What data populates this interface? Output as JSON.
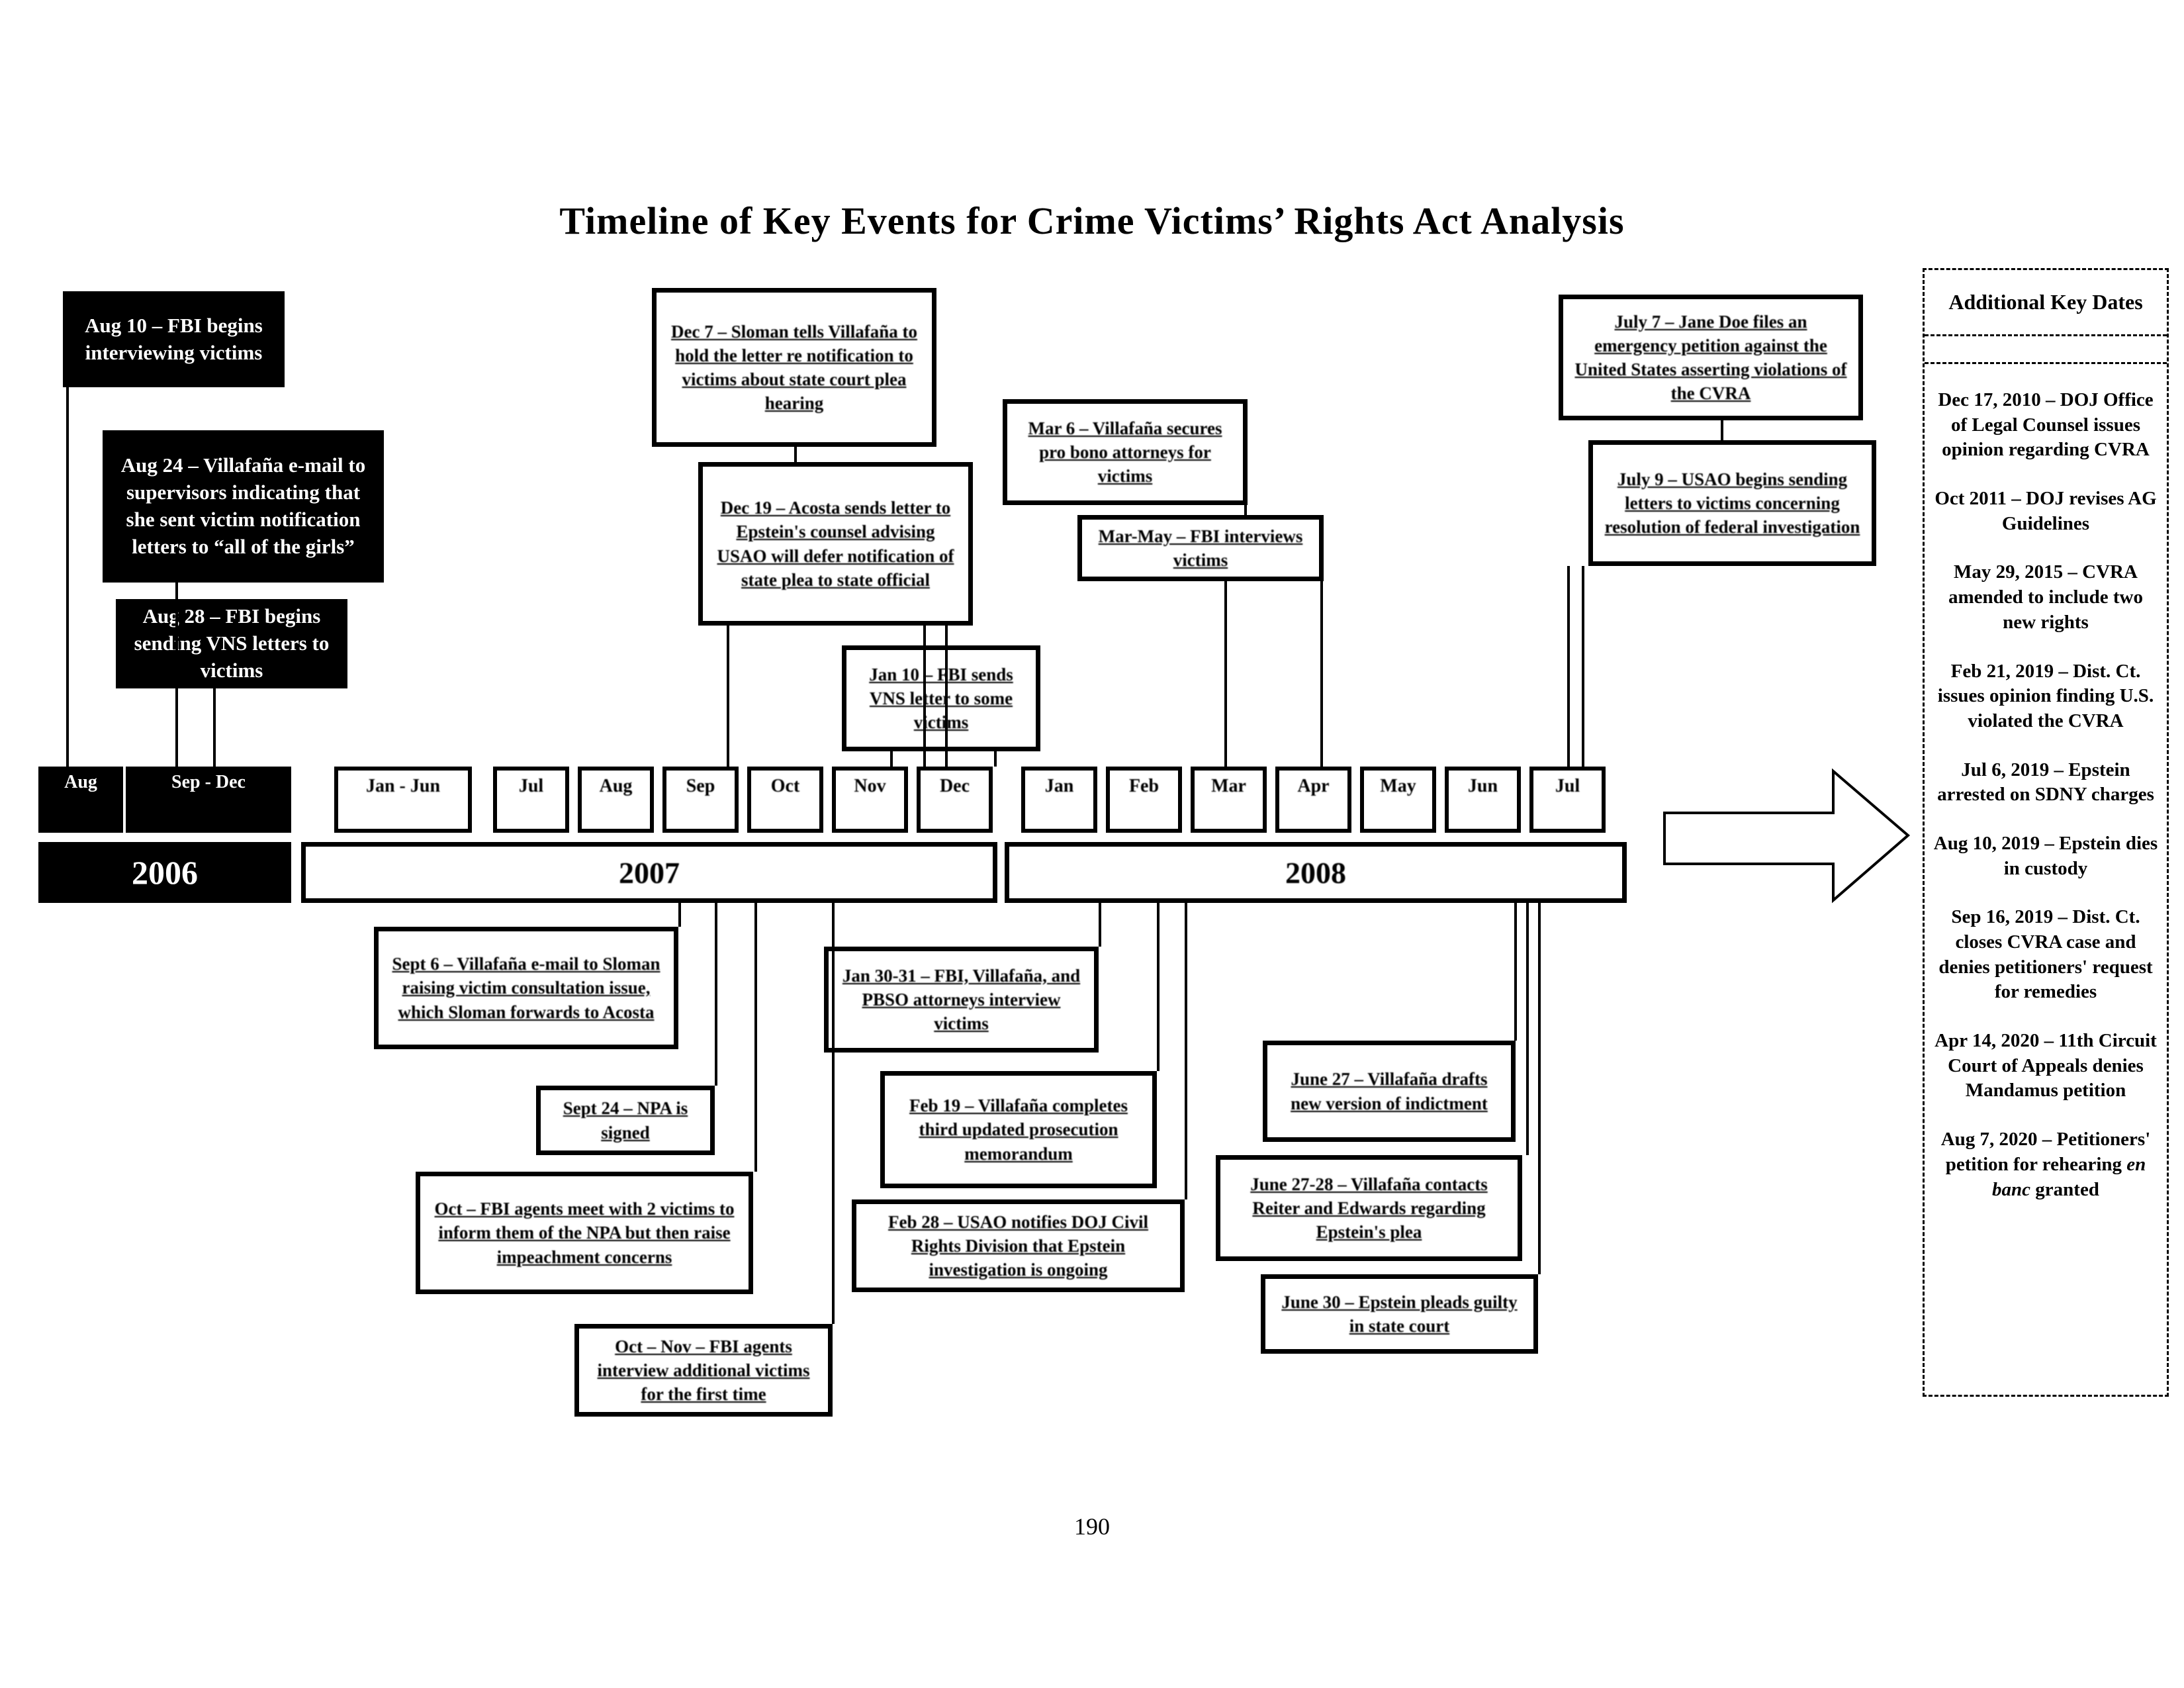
{
  "page": {
    "title": "Timeline of Key Events for Crime Victims’ Rights Act Analysis",
    "page_number": "190"
  },
  "timeline": {
    "months": [
      "Aug",
      "Sep - Dec",
      "Jan - Jun",
      "Jul",
      "Aug",
      "Sep",
      "Oct",
      "Nov",
      "Dec",
      "Jan",
      "Feb",
      "Mar",
      "Apr",
      "May",
      "Jun",
      "Jul"
    ],
    "years": [
      "2006",
      "2007",
      "2008"
    ]
  },
  "events_2006": [
    "Aug 10 – FBI begins interviewing victims",
    "Aug 24 – Villafaña e-mail to supervisors indicating that she sent victim notification letters to “all of the girls”",
    "Aug 28 – FBI begins sending VNS letters to victims"
  ],
  "events_above": [
    "Dec 7 – Sloman tells Villafaña to hold the letter re notification to victims about state court plea hearing",
    "Dec 19 – Acosta sends letter to Epstein's counsel advising USAO will defer notification of state plea to state official",
    "Jan 10 – FBI sends VNS letter to some victims",
    "Mar 6 – Villafaña secures pro bono attorneys for victims",
    "Mar-May – FBI interviews victims",
    "July 7 – Jane Doe files an emergency petition against the United States asserting violations of the CVRA",
    "July 9 – USAO begins sending letters to victims concerning resolution of federal investigation"
  ],
  "events_below": [
    "Sept 6 – Villafaña e-mail to Sloman raising victim consultation issue, which Sloman forwards to Acosta",
    "Sept 24 – NPA is signed",
    "Oct – FBI agents meet with 2 victims to inform them of the NPA but then raise impeachment concerns",
    "Oct – Nov – FBI agents interview additional victims for the first time",
    "Jan 30-31 – FBI, Villafaña, and PBSO attorneys interview victims",
    "Feb 19 – Villafaña completes third updated prosecution memorandum",
    "Feb 28 – USAO notifies DOJ Civil Rights Division that Epstein investigation is ongoing",
    "June 27 – Villafaña drafts new version of indictment",
    "June 27-28 – Villafaña contacts Reiter and Edwards regarding Epstein's plea",
    "June 30 – Epstein pleads guilty in state court"
  ],
  "sidebar": {
    "title": "Additional Key Dates",
    "entries": [
      "Dec 17, 2010 – DOJ Office of Legal Counsel issues opinion regarding CVRA",
      "Oct 2011 – DOJ revises AG Guidelines",
      "May 29, 2015 – CVRA amended to include two new rights",
      "Feb 21, 2019 – Dist. Ct. issues opinion finding U.S. violated the CVRA",
      "Jul 6, 2019 – Epstein arrested on SDNY charges",
      "Aug 10, 2019 – Epstein dies in custody",
      "Sep 16, 2019 – Dist. Ct. closes CVRA case  and denies petitioners' request for remedies",
      "Apr 14, 2020 – 11th Circuit Court of Appeals denies Mandamus petition"
    ],
    "last_entry": {
      "pre": "Aug 7, 2020 – Petitioners' petition for rehearing ",
      "italic": "en banc",
      "post": " granted"
    }
  }
}
